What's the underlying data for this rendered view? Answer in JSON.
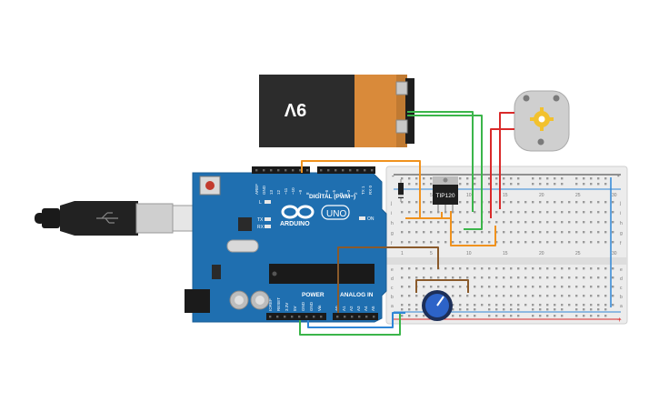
{
  "battery": {
    "voltage_label": "9V"
  },
  "transistor": {
    "part_label": "TIP120"
  },
  "arduino": {
    "logo_text": "ARDUINO",
    "model_text": "UNO",
    "digital_label": "DIGITAL (PWM~)",
    "power_label": "POWER",
    "analog_label": "ANALOG IN",
    "on_label": "ON",
    "led_labels": [
      "L",
      "TX",
      "RX"
    ],
    "digital_pins": [
      "AREF",
      "GND",
      "13",
      "12",
      "~11",
      "~10",
      "~9",
      "8",
      "7",
      "~6",
      "~5",
      "4",
      "~3",
      "2",
      "TX 1",
      "RX 0"
    ],
    "power_pins": [
      "IOREF",
      "RESET",
      "3.3V",
      "5V",
      "GND",
      "GND",
      "Vin"
    ],
    "analog_pins": [
      "A0",
      "A1",
      "A2",
      "A3",
      "A4",
      "A5"
    ]
  },
  "breadboard": {
    "row_letters_top": [
      "j",
      "i",
      "h",
      "g",
      "f"
    ],
    "row_letters_bottom": [
      "e",
      "d",
      "c",
      "b",
      "a"
    ],
    "column_numbers": [
      "1",
      "5",
      "10",
      "15",
      "20",
      "25",
      "30"
    ],
    "rail_plus": "+",
    "rail_minus": "-"
  },
  "colors": {
    "board_blue": "#1f6fb0",
    "wire_orange": "#f0921e",
    "wire_green": "#3bb54a",
    "wire_red": "#d92a2a",
    "wire_brown": "#8a5a2b",
    "wire_blue": "#2f86d6",
    "battery_copper": "#d98a3a",
    "battery_black": "#2c2c2c"
  }
}
